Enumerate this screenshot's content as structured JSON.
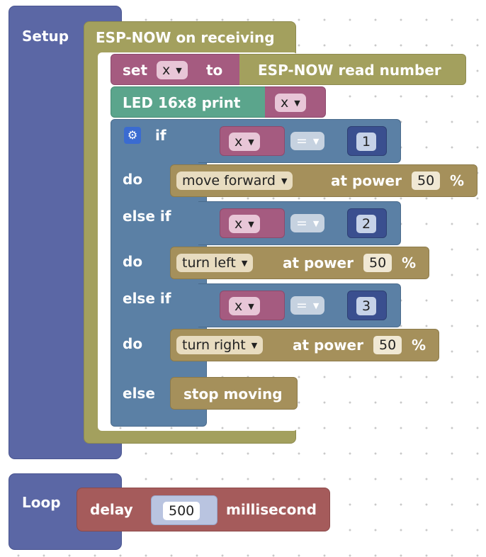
{
  "setup": {
    "label": "Setup",
    "espnow": {
      "label": "ESP-NOW on receiving",
      "set_label": "set",
      "set_var": "x",
      "to_label": "to",
      "read_label": "ESP-NOW read number",
      "led_label": "LED 16x8 print",
      "led_var": "x",
      "if_block": {
        "if_label": "if",
        "do_label": "do",
        "else_if_label": "else if",
        "else_label": "else",
        "eq_op": "=",
        "cond1": {
          "var": "x",
          "value": "1"
        },
        "cond2": {
          "var": "x",
          "value": "2"
        },
        "cond3": {
          "var": "x",
          "value": "3"
        },
        "move1": {
          "action": "move forward",
          "at_power": "at power",
          "power": "50",
          "unit": "%"
        },
        "move2": {
          "action": "turn left",
          "at_power": "at power",
          "power": "50",
          "unit": "%"
        },
        "move3": {
          "action": "turn right",
          "at_power": "at power",
          "power": "50",
          "unit": "%"
        },
        "stop_label": "stop moving"
      }
    }
  },
  "loop": {
    "label": "Loop",
    "delay_label": "delay",
    "delay_value": "500",
    "delay_unit": "millisecond"
  },
  "icons": {
    "dropdown": "chevron-down-icon",
    "mutator": "gear-icon"
  },
  "colors": {
    "setup_loop": "#5b67a5",
    "espnow_event": "#a3a05e",
    "variables": "#a55b80",
    "led": "#5ba58c",
    "logic": "#5b80a5",
    "math": "#5b67a5",
    "motor": "#a5905b",
    "delay": "#a55b5b"
  }
}
